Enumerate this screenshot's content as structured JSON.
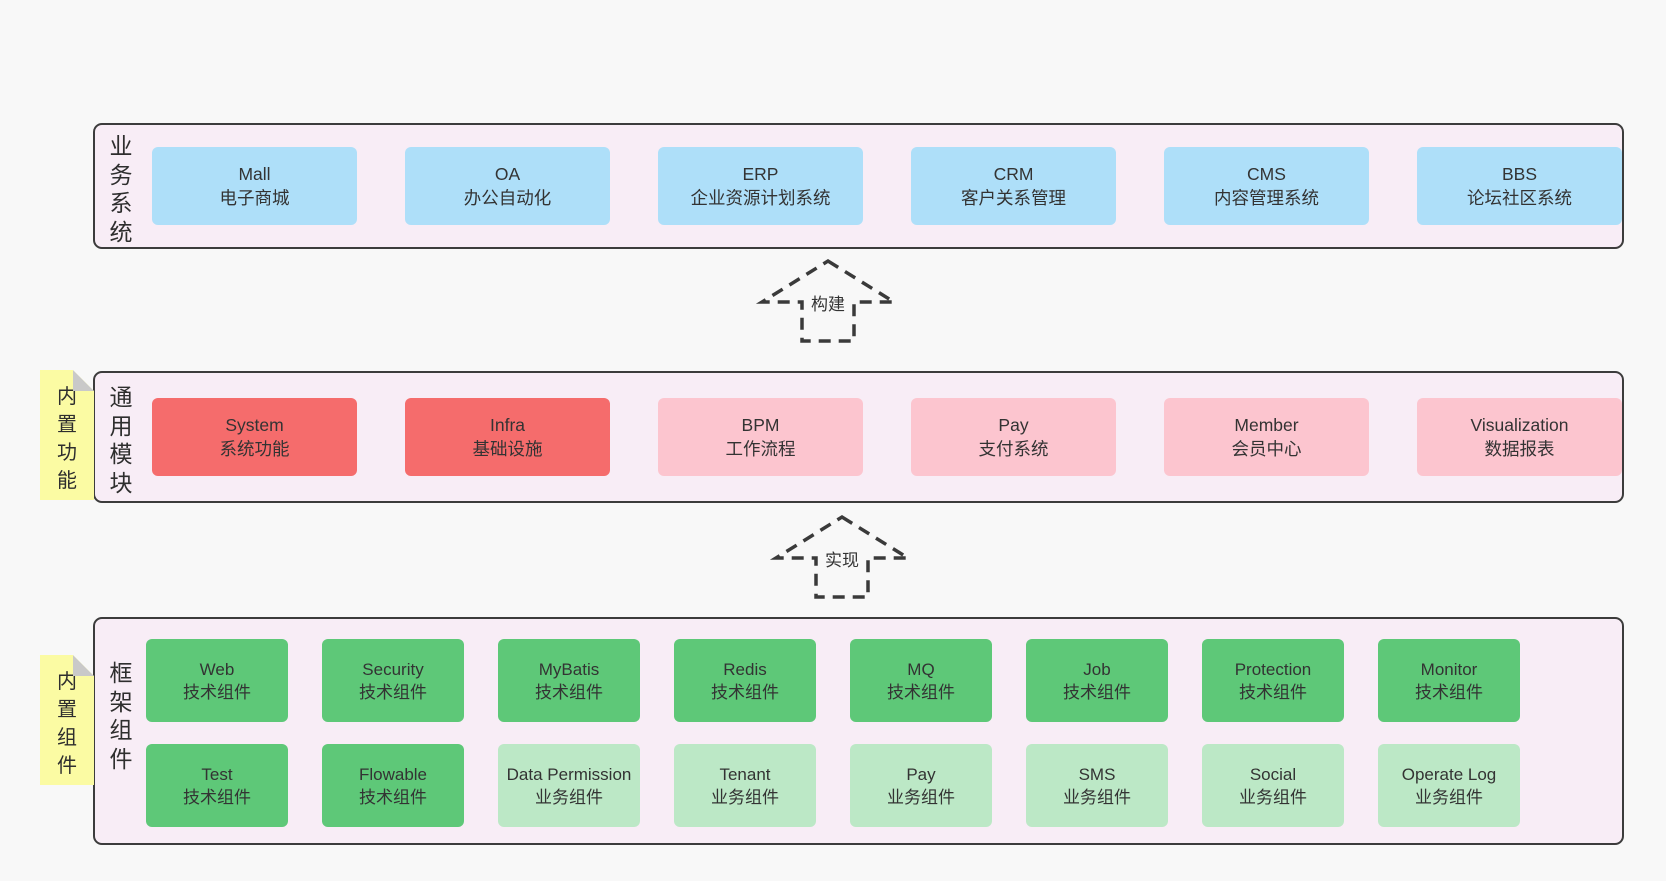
{
  "colors": {
    "page_bg": "#f8f8f8",
    "band_bg": "#f8edf6",
    "band_border": "#3c3c3c",
    "box_blue": "#aedff9",
    "box_red": "#f56c6c",
    "box_pink": "#fcc5cf",
    "box_green": "#5ec878",
    "box_light_green": "#bce8c6",
    "sticky_yellow": "#fbfba3",
    "sticky_fold_gray": "#c9c9c9",
    "dash_stroke": "#3a3a3a",
    "text": "#333333"
  },
  "bands": {
    "business": {
      "label": "业务系统",
      "boxes": [
        {
          "en": "Mall",
          "zh": "电子商城"
        },
        {
          "en": "OA",
          "zh": "办公自动化"
        },
        {
          "en": "ERP",
          "zh": "企业资源计划系统"
        },
        {
          "en": "CRM",
          "zh": "客户关系管理"
        },
        {
          "en": "CMS",
          "zh": "内容管理系统"
        },
        {
          "en": "BBS",
          "zh": "论坛社区系统"
        }
      ]
    },
    "modules": {
      "label": "通用模块",
      "sticky": "内置功能",
      "boxes": [
        {
          "en": "System",
          "zh": "系统功能",
          "variant": "red"
        },
        {
          "en": "Infra",
          "zh": "基础设施",
          "variant": "red"
        },
        {
          "en": "BPM",
          "zh": "工作流程",
          "variant": "pink"
        },
        {
          "en": "Pay",
          "zh": "支付系统",
          "variant": "pink"
        },
        {
          "en": "Member",
          "zh": "会员中心",
          "variant": "pink"
        },
        {
          "en": "Visualization",
          "zh": "数据报表",
          "variant": "pink"
        }
      ]
    },
    "framework": {
      "label": "框架组件",
      "sticky": "内置组件",
      "row1": [
        {
          "en": "Web",
          "zh": "技术组件",
          "variant": "green"
        },
        {
          "en": "Security",
          "zh": "技术组件",
          "variant": "green"
        },
        {
          "en": "MyBatis",
          "zh": "技术组件",
          "variant": "green"
        },
        {
          "en": "Redis",
          "zh": "技术组件",
          "variant": "green"
        },
        {
          "en": "MQ",
          "zh": "技术组件",
          "variant": "green"
        },
        {
          "en": "Job",
          "zh": "技术组件",
          "variant": "green"
        },
        {
          "en": "Protection",
          "zh": "技术组件",
          "variant": "green"
        },
        {
          "en": "Monitor",
          "zh": "技术组件",
          "variant": "green"
        }
      ],
      "row2": [
        {
          "en": "Test",
          "zh": "技术组件",
          "variant": "green"
        },
        {
          "en": "Flowable",
          "zh": "技术组件",
          "variant": "green"
        },
        {
          "en": "Data Permission",
          "zh": "业务组件",
          "variant": "light"
        },
        {
          "en": "Tenant",
          "zh": "业务组件",
          "variant": "light"
        },
        {
          "en": "Pay",
          "zh": "业务组件",
          "variant": "light"
        },
        {
          "en": "SMS",
          "zh": "业务组件",
          "variant": "light"
        },
        {
          "en": "Social",
          "zh": "业务组件",
          "variant": "light"
        },
        {
          "en": "Operate Log",
          "zh": "业务组件",
          "variant": "light"
        }
      ]
    }
  },
  "arrows": [
    {
      "label": "构建"
    },
    {
      "label": "实现"
    }
  ]
}
